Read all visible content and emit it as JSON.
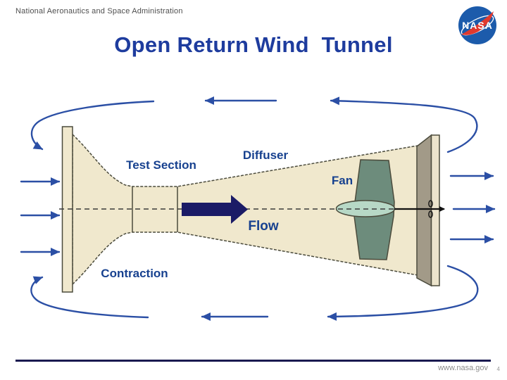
{
  "header": {
    "agency": "National Aeronautics and Space Administration"
  },
  "logo": {
    "label": "NASA"
  },
  "title": {
    "text": "Open Return Wind  Tunnel"
  },
  "diagram": {
    "labels": {
      "test_section": "Test Section",
      "diffuser": "Diffuser",
      "fan": "Fan",
      "flow": "Flow",
      "contraction": "Contraction"
    },
    "colors": {
      "tunnel_fill": "#f0e8cd",
      "tunnel_outline": "#4b4b3c",
      "fan_blade": "#6d8c7c",
      "fan_nacelle": "#b7d8c6",
      "exit_panel_dark": "#a29a88",
      "exit_panel_light": "#ece4cc",
      "arrow_blue": "#2b4fa5",
      "flow_arrow_navy": "#1b1b66",
      "label_blue": "#17418f",
      "title_blue": "#1e3c9e",
      "logo_blue": "#1c5bab",
      "logo_red": "#e0392e"
    }
  },
  "footer": {
    "url": "www.nasa.gov",
    "page_number": "4"
  }
}
